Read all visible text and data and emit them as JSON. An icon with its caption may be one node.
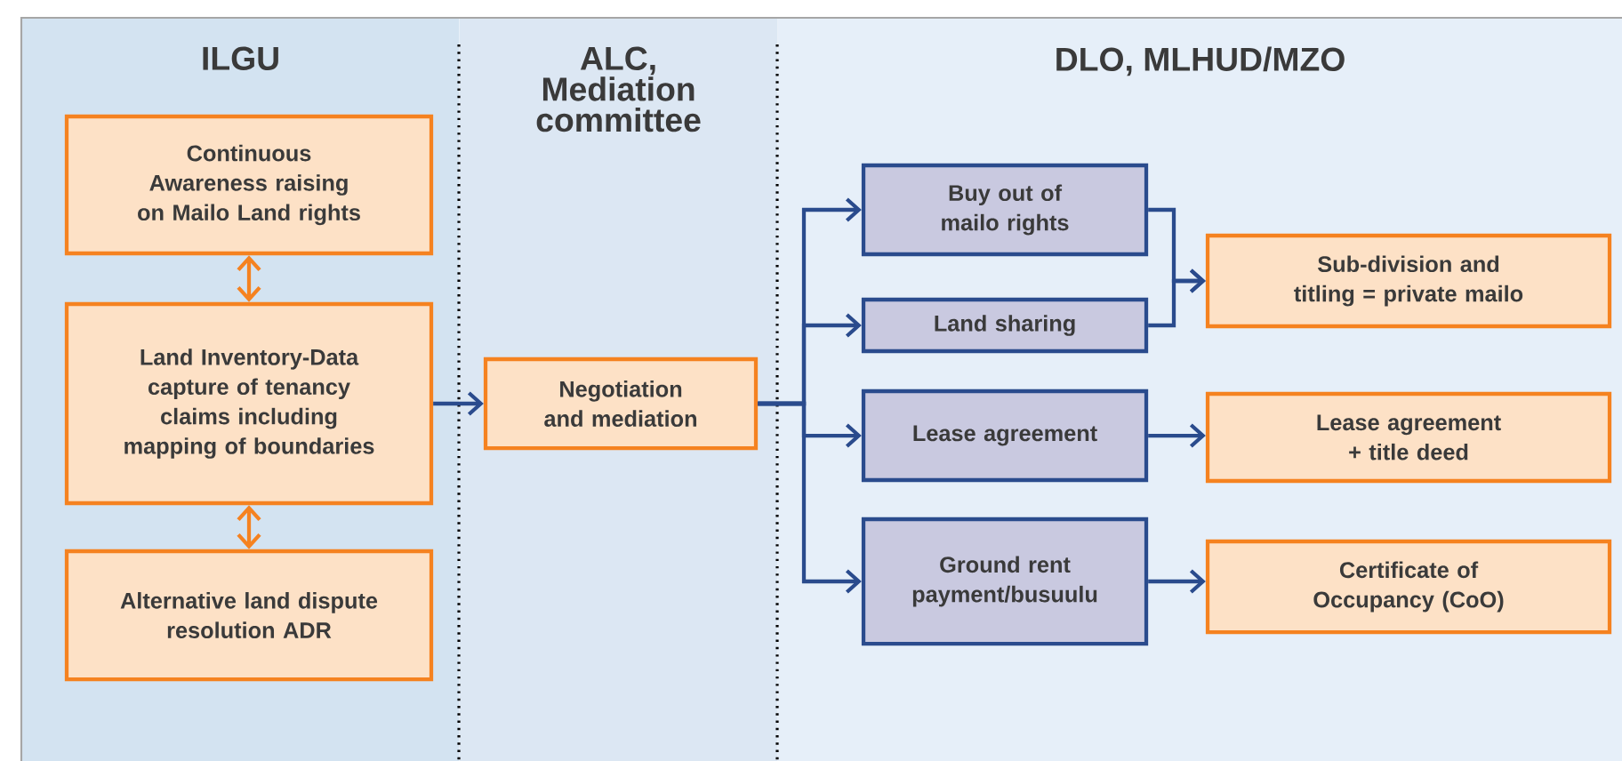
{
  "diagram": {
    "nodes": [
      {
        "text": [
          "ILGU"
        ]
      },
      {
        "text": [
          "Continuous Awareness raising on Mailo Land rights"
        ],
        "in": 0
      },
      {
        "text": [
          "Land Inventory-Data capture of tenancy claims including mapping of boundaries"
        ],
        "in": 0
      },
      {
        "text": [
          "Alternative land dispute resolution ADR"
        ],
        "in": 0
      },
      {
        "text": [
          "ALC, Mediation committee"
        ]
      },
      {
        "text": [
          "Negotiation and mediation"
        ],
        "in": 4
      },
      {
        "text": [
          "DLO, MLHUD/MZO"
        ]
      },
      {
        "text": [
          "Buy out of mailo rights"
        ],
        "in": 6
      },
      {
        "text": [
          "Land sharing"
        ],
        "in": 6
      },
      {
        "text": [
          "Sub-division and titling = private mailo"
        ],
        "in": 6
      },
      {
        "text": [
          "Lease agreement"
        ],
        "in": 6
      },
      {
        "text": [
          "Lease agreement + title deed"
        ],
        "in": 6
      },
      {
        "text": [
          "Ground rent payment/busuulu"
        ],
        "in": 6
      },
      {
        "text": [
          "Certificate of Occupancy (CoO)"
        ],
        "in": 6
      }
    ],
    "edges": [
      {
        "from": 1,
        "to": 2,
        "arrow": "both",
        "color": "#f58220"
      },
      {
        "from": 2,
        "to": 3,
        "arrow": "both",
        "color": "#f58220"
      },
      {
        "from": 2,
        "to": 5,
        "arrow": "to"
      },
      {
        "from": 5,
        "to": 7,
        "arrow": "to"
      },
      {
        "from": 5,
        "to": 8,
        "arrow": "to"
      },
      {
        "from": 5,
        "to": 10,
        "arrow": "to"
      },
      {
        "from": 5,
        "to": 12,
        "arrow": "to"
      },
      {
        "from": 7,
        "to": 9,
        "arrow": "to"
      },
      {
        "from": 8,
        "to": 9,
        "arrow": "to"
      },
      {
        "from": 10,
        "to": 11,
        "arrow": "to"
      },
      {
        "from": 12,
        "to": 13,
        "arrow": "to"
      }
    ]
  }
}
